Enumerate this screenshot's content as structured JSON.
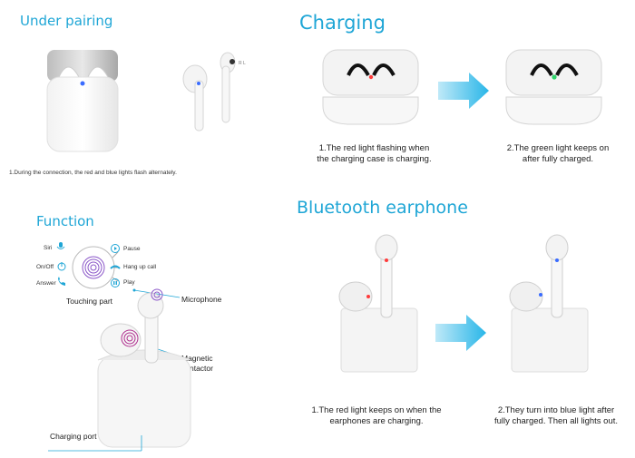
{
  "sections": {
    "pairing": {
      "title": "Under pairing",
      "note": "1.During the connection, the red and blue lights flash alternately."
    },
    "charging": {
      "title": "Charging",
      "caption_left": [
        "1.The red light flashing when",
        "the charging case is charging."
      ],
      "caption_right": [
        "2.The green light keeps on",
        "after fully charged."
      ]
    },
    "function": {
      "title": "Function",
      "controls": {
        "siri": "Siri",
        "onoff": "On/Off",
        "answer": "Answer",
        "pause": "Pause",
        "hangup": "Hang up call",
        "play": "Play"
      },
      "callouts": {
        "touch": "Touching part",
        "mic": "Microphone",
        "magnet_1": "Magnetic",
        "magnet_2": "contactor",
        "port": "Charging port"
      }
    },
    "bluetooth": {
      "title": "Bluetooth earphone",
      "caption_left": [
        "1.The red light keeps on when the",
        "earphones are charging."
      ],
      "caption_right": [
        "2.They turn into blue light after",
        "fully charged. Then all lights out."
      ]
    }
  },
  "colors": {
    "heading": "#1fa6d6",
    "arrow": "#29b6e8",
    "led_red": "#ff3b3b",
    "led_blue": "#3a6cff",
    "led_green": "#2fd36a"
  },
  "icons": {
    "siri": "microphone-icon",
    "onoff": "power-icon",
    "answer": "phone-icon",
    "pause": "play-icon",
    "hangup": "hangup-icon",
    "play": "pause-icon",
    "touch": "fingerprint-icon"
  }
}
